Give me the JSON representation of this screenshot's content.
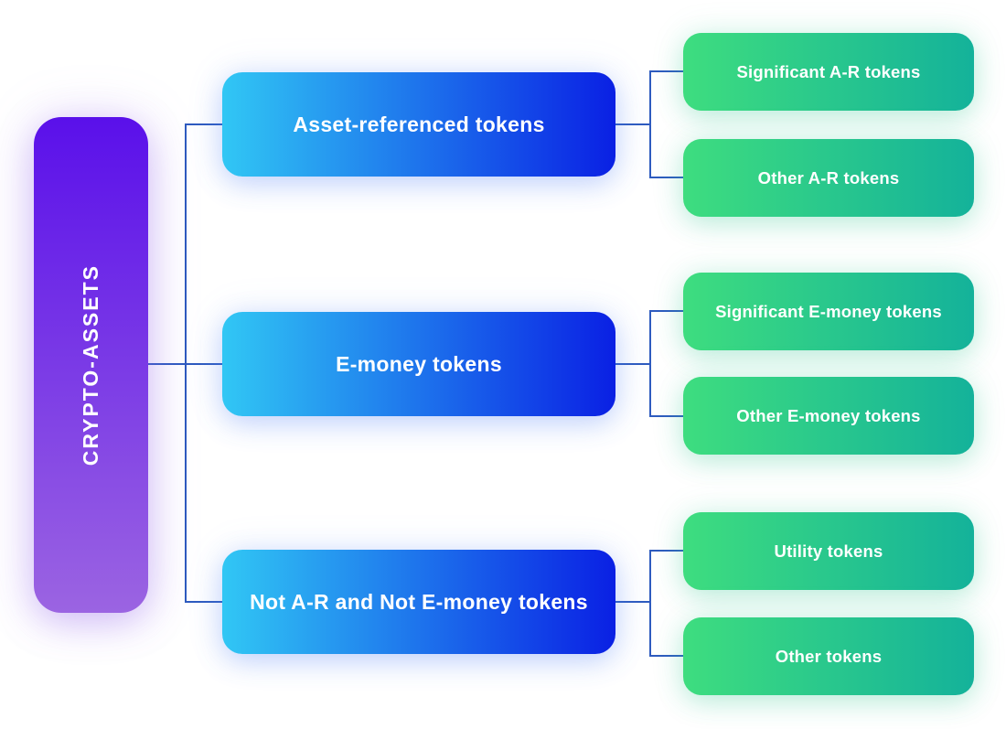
{
  "root": {
    "label": "CRYPTO-ASSETS"
  },
  "branches": [
    {
      "label": "Asset-referenced tokens",
      "children": [
        {
          "label": "Significant A-R tokens"
        },
        {
          "label": "Other A-R tokens"
        }
      ]
    },
    {
      "label": "E-money tokens",
      "children": [
        {
          "label": "Significant E-money tokens"
        },
        {
          "label": "Other E-money tokens"
        }
      ]
    },
    {
      "label": "Not A-R and Not E-money tokens",
      "children": [
        {
          "label": "Utility tokens"
        },
        {
          "label": "Other tokens"
        }
      ]
    }
  ],
  "colors": {
    "root_gradient_top": "#5a10ea",
    "root_gradient_bottom": "#9b64e2",
    "branch_gradient_left": "#31c7f4",
    "branch_gradient_right": "#0a20e4",
    "leaf_gradient_left": "#3edd7f",
    "leaf_gradient_right": "#14b29a",
    "connector": "#2e5bbf",
    "text": "#ffffff"
  }
}
